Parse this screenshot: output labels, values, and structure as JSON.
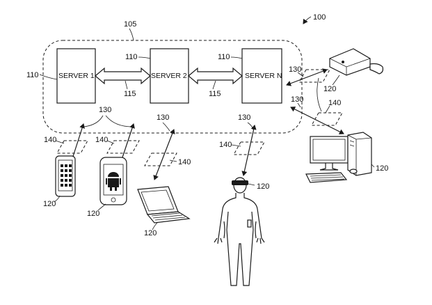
{
  "figure": {
    "ref_main": "100",
    "ref_network": "105",
    "ref_server": "110",
    "ref_link": "115",
    "ref_connection": "130",
    "ref_wireless": "140",
    "ref_device": "120"
  },
  "servers": [
    {
      "label": "SERVER 1"
    },
    {
      "label": "SERVER 2"
    },
    {
      "label": "SERVER N"
    }
  ]
}
